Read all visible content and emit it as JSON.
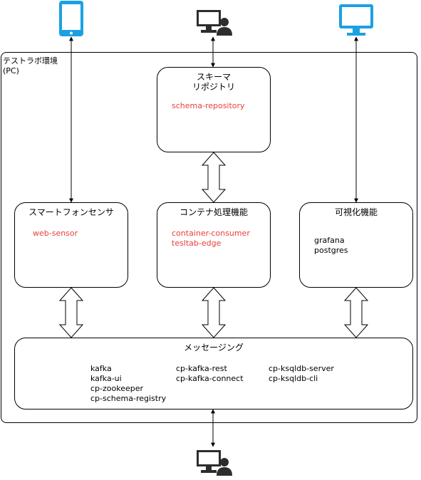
{
  "environment": {
    "label_line1": "テストラボ環境",
    "label_line2": "(PC)"
  },
  "schema_box": {
    "title_line1": "スキーマ",
    "title_line2": "リポジトリ",
    "services": [
      "schema-repository"
    ]
  },
  "sensor_box": {
    "title": "スマートフォンセンサ",
    "services": [
      "web-sensor"
    ]
  },
  "container_box": {
    "title": "コンテナ処理機能",
    "services": [
      "container-consumer",
      "tesltab-edge"
    ]
  },
  "viz_box": {
    "title": "可視化機能",
    "services": [
      "grafana",
      "postgres"
    ]
  },
  "messaging_box": {
    "title": "メッセージング",
    "col1": [
      "kafka",
      "kafka-ui",
      "cp-zookeeper",
      "cp-schema-registry"
    ],
    "col2": [
      "cp-kafka-rest",
      "cp-kafka-connect"
    ],
    "col3": [
      "cp-ksqldb-server",
      "cp-ksqldb-cli"
    ]
  },
  "icons": {
    "smartphone": "smartphone-icon",
    "user_top": "computer-user-icon",
    "monitor": "monitor-icon",
    "user_bottom": "computer-user-icon"
  },
  "colors": {
    "service_text": "#e8403c",
    "icon_blue": "#1ba1e2",
    "icon_dark": "#2d2d2d"
  }
}
